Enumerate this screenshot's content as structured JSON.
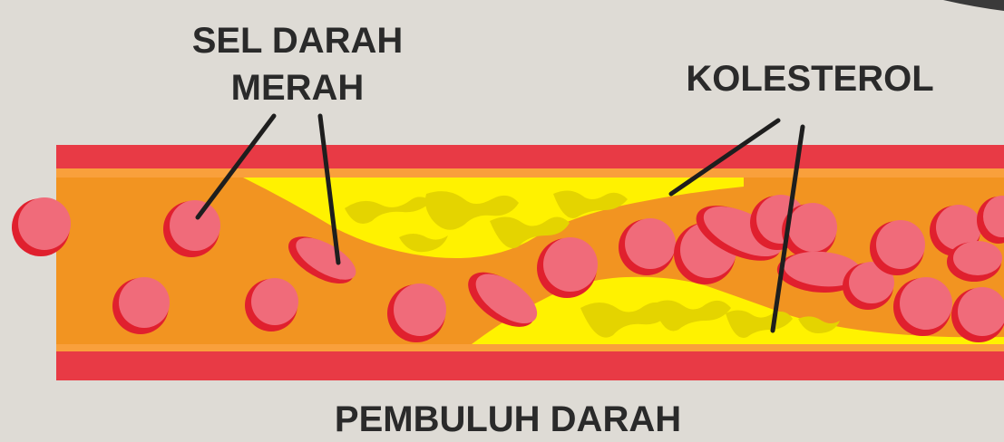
{
  "labels": {
    "red_blood_cells_line1": "SEL DARAH",
    "red_blood_cells_line2": "MERAH",
    "cholesterol": "KOLESTEROL",
    "blood_vessel": "PEMBULUH DARAH"
  },
  "colors": {
    "background": "#dedbd5",
    "vessel_wall": "#e83a45",
    "wall_inner_stripe": "#f9a03c",
    "blood_plasma": "#f29421",
    "cholesterol": "#fff200",
    "cholesterol_texture": "#e4d400",
    "red_cell_fill": "#f06b7a",
    "red_cell_rim": "#e0202e",
    "text": "#2a2a2a"
  }
}
